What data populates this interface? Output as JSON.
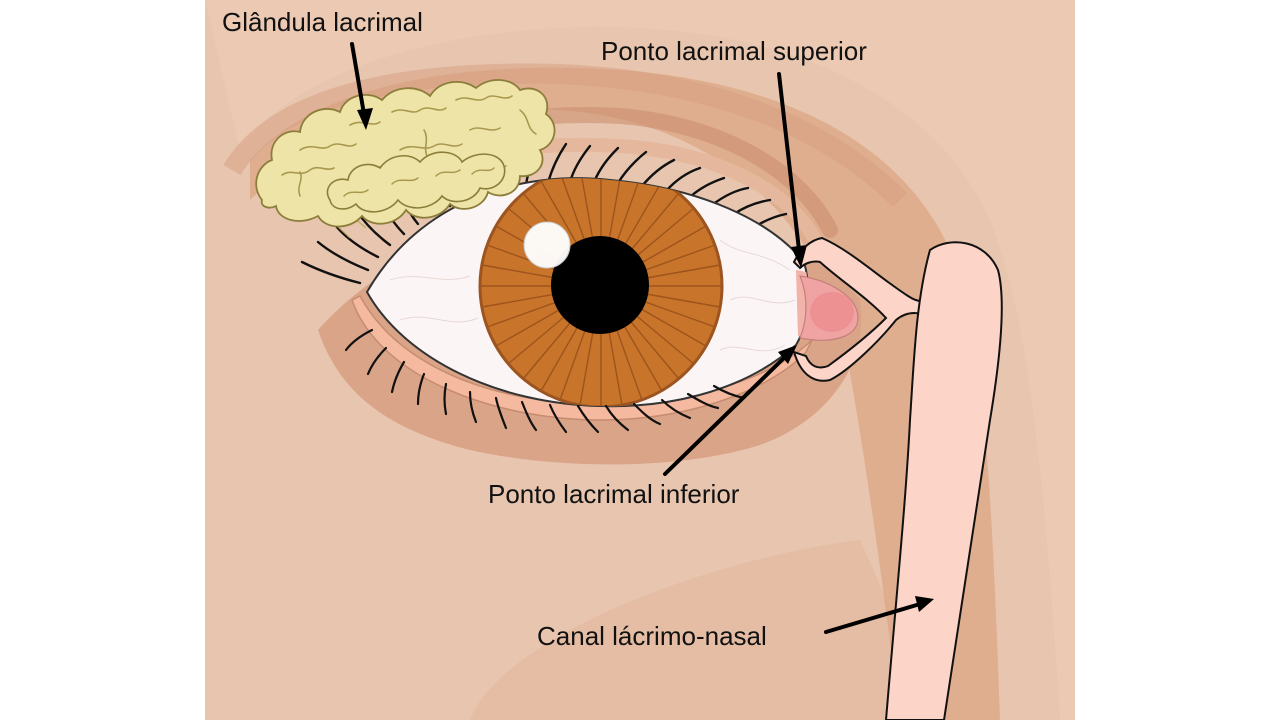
{
  "labels": {
    "lacrimal_gland": "Glândula lacrimal",
    "upper_punctum": "Ponto lacrimal superior",
    "lower_punctum": "Ponto lacrimal inferior",
    "nasolacrimal_duct": "Canal lácrimo-nasal"
  },
  "colors": {
    "skin": "#e8c5ae",
    "skin_shadow": "#dda98a",
    "gland": "#eee4a8",
    "iris": "#c8742a",
    "duct": "#fcd4c8",
    "caruncle": "#ec8e90"
  }
}
